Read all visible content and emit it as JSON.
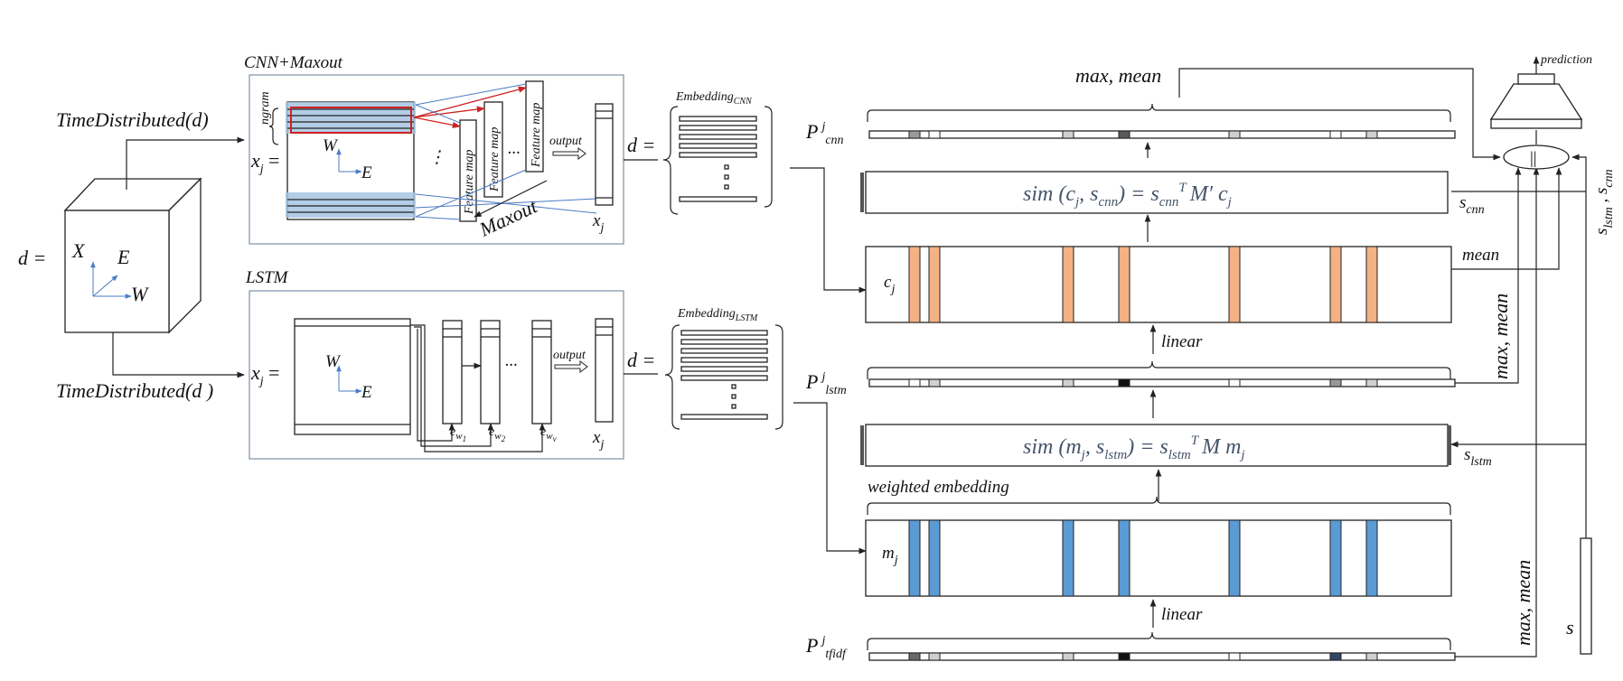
{
  "cnn_block": {
    "title": "CNN+Maxout",
    "input_label": "x",
    "input_sub": "j",
    "equals": "=",
    "ngram": "ngram",
    "axis_w": "W",
    "axis_e": "E",
    "dots": "⋮",
    "feature_map_1": "Feature map",
    "feature_map_2": "Feature map",
    "feature_map_3": "Feature map",
    "hdots": "...",
    "output": "output",
    "maxout": "Maxout",
    "out_label": "x",
    "out_sub": "j"
  },
  "lstm_block": {
    "title": "LSTM",
    "input_label": "x",
    "input_sub": "j",
    "equals": "=",
    "axis_w": "W",
    "axis_e": "E",
    "hdots": "...",
    "output": "output",
    "ew1": "e",
    "ew1_sub": "w",
    "ew1_subsub": "1",
    "ew2": "e",
    "ew2_sub": "w",
    "ew2_subsub": "2",
    "ewv": "e",
    "ewv_sub": "w",
    "ewv_subsub": "v",
    "out_label": "x",
    "out_sub": "j"
  },
  "cube": {
    "d_label": "d =",
    "axis_x": "X",
    "axis_e": "E",
    "axis_w": "W",
    "td_top": "TimeDistributed(d)",
    "td_bottom": "TimeDistributed(d )"
  },
  "embeddings": {
    "cnn_d": "d =",
    "cnn_title": "Embedding",
    "cnn_sub": "CNN",
    "lstm_d": "d =",
    "lstm_title": "Embedding",
    "lstm_sub": "LSTM"
  },
  "right": {
    "max_mean_top": "max, mean",
    "p_cnn": "P",
    "p_cnn_sup": "j",
    "p_cnn_sub": "cnn",
    "sim_cnn": "sim (c",
    "sim_cnn_j": "j",
    "sim_cnn_mid": ", s",
    "sim_cnn_sub": "cnn",
    "sim_cnn_eq": ") = s",
    "sim_cnn_sub2": "cnn",
    "sim_cnn_T": "T",
    "sim_cnn_tail": "M′ c",
    "sim_cnn_tail_sub": "j",
    "s_cnn": "s",
    "s_cnn_sub": "cnn",
    "cj": "c",
    "cj_sub": "j",
    "mean": "mean",
    "linear_1": "linear",
    "p_lstm": "P",
    "p_lstm_sup": "j",
    "p_lstm_sub": "lstm",
    "sim_lstm": "sim (m",
    "sim_lstm_j": "j",
    "sim_lstm_mid": ", s",
    "sim_lstm_sub": "lstm",
    "sim_lstm_eq": ") = s",
    "sim_lstm_sub2": "lstm",
    "sim_lstm_T": "T",
    "sim_lstm_tail": "M m",
    "sim_lstm_tail_sub": "j",
    "s_lstm": "s",
    "s_lstm_sub": "lstm",
    "weighted": "weighted embedding",
    "mj": "m",
    "mj_sub": "j",
    "linear_2": "linear",
    "p_tfidf": "P",
    "p_tfidf_sup": "j",
    "p_tfidf_sub": "tfidf",
    "max_mean_v1": "max, mean",
    "max_mean_v2": "max, mean",
    "s_lstm_s_cnn": "s",
    "s_lstm_s_cnn_sub1": "lstm",
    "s_lstm_s_cnn_comma": " , s",
    "s_lstm_s_cnn_sub2": "cnn",
    "s": "s",
    "concat": "||",
    "prediction": "prediction"
  },
  "colors": {
    "orange": "#f4b183",
    "blue": "#5b9bd5",
    "frame": "#7f8fa6",
    "eq": "#44546a"
  }
}
